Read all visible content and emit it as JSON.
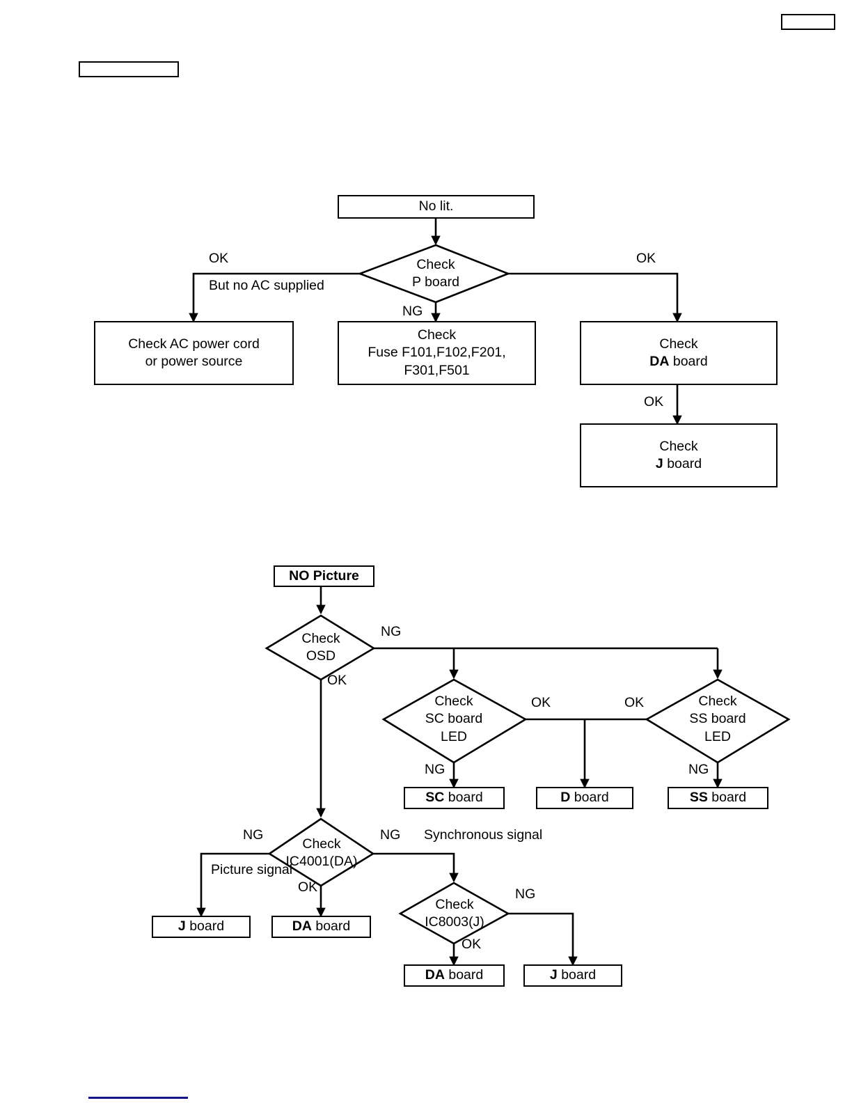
{
  "page": {
    "background_color": "#ffffff",
    "line_color": "#000000",
    "bottom_rule_color": "#141488"
  },
  "header": {
    "top_right_box_label": "",
    "top_left_box_label": ""
  },
  "flowchart_no_lit": {
    "title": "No lit.",
    "nodes": {
      "start": "No lit.",
      "check_p_board": "Check\nP board",
      "check_ac_power": "Check AC power cord\nor power source",
      "check_fuse_line1": "Check",
      "check_fuse_line2": "Fuse  F101,F102,F201,",
      "check_fuse_line3": "F301,F501",
      "check_da_board_l1": "Check",
      "check_da_board_l2_bold": "DA",
      "check_da_board_l2_rest": " board",
      "check_j_board_l1": "Check",
      "check_j_board_l2_bold": "J",
      "check_j_board_l2_rest": " board"
    },
    "edge_labels": {
      "left_ok": "OK",
      "left_note": "But no AC supplied",
      "down_ng": "NG",
      "right_ok": "OK",
      "da_to_j_ok": "OK"
    }
  },
  "flowchart_no_picture": {
    "title": "NO Picture",
    "nodes": {
      "start": "NO Picture",
      "check_osd": "Check\nOSD",
      "check_sc_board_led": "Check\nSC board\nLED",
      "check_ss_board_led": "Check\nSS board\nLED",
      "sc_board_bold": "SC",
      "sc_board_rest": " board",
      "d_board_bold": "D",
      "d_board_rest": " board",
      "ss_board_bold": "SS",
      "ss_board_rest": " board",
      "check_ic4001": "Check\nIC4001(DA)",
      "check_ic8003": "Check\nIC8003(J)",
      "j_board_left_bold": "J",
      "j_board_left_rest": " board",
      "da_board_left_bold": "DA",
      "da_board_left_rest": " board",
      "da_board_right_bold": "DA",
      "da_board_right_rest": " board",
      "j_board_right_bold": "J",
      "j_board_right_rest": " board"
    },
    "edge_labels": {
      "osd_ng": "NG",
      "osd_ok": "OK",
      "sc_ok": "OK",
      "ss_ok": "OK",
      "sc_ng": "NG",
      "ss_ng": "NG",
      "ic4001_ng_left": "NG",
      "ic4001_picture_signal": "Picture signal",
      "ic4001_ng_right": "NG",
      "ic4001_sync_signal": "Synchronous signal",
      "ic4001_ok": "OK",
      "ic8003_ng": "NG",
      "ic8003_ok": "OK"
    }
  }
}
